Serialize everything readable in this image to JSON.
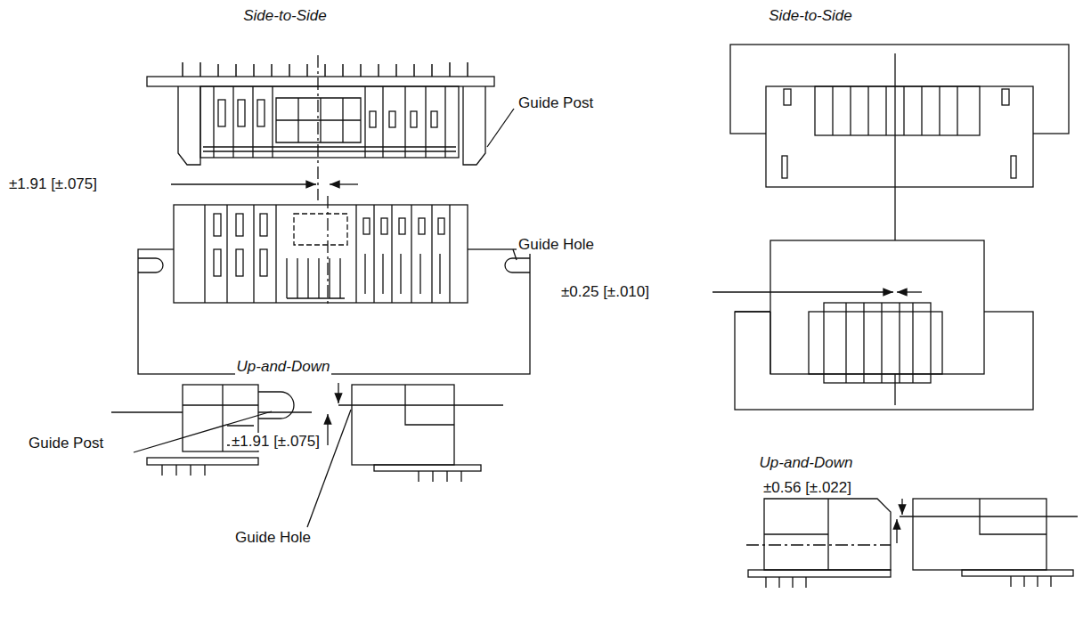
{
  "diagram": {
    "labels": [
      "Side-to-Side",
      "Side-to-Side",
      "Guide Post",
      "±1.91 [±.075]",
      "±0.25 [±.010]",
      "Guide Hole",
      "Up-and-Down",
      "Up-and-Down",
      "Guide Post",
      "±1.91 [±.075]",
      "±0.56 [±.022]",
      "Guide Hole"
    ]
  }
}
